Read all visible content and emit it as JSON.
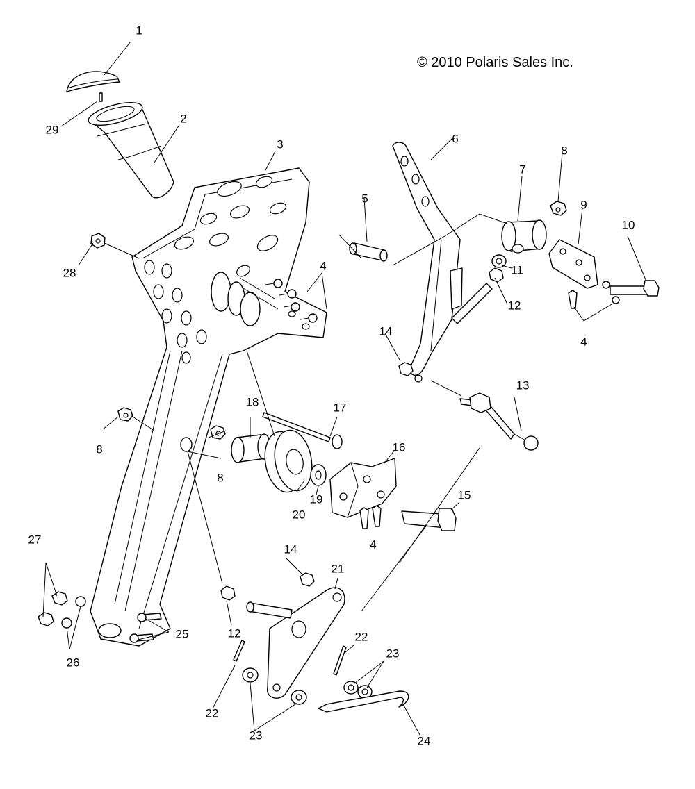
{
  "copyright": "© 2010 Polaris Sales Inc.",
  "callouts": [
    "1",
    "29",
    "2",
    "3",
    "28",
    "4",
    "8",
    "27",
    "26",
    "25",
    "12",
    "18",
    "17",
    "20",
    "19",
    "16",
    "15",
    "14",
    "21",
    "22",
    "23",
    "24",
    "5",
    "6",
    "7",
    "8",
    "9",
    "10",
    "11",
    "12",
    "4",
    "14",
    "13",
    "8",
    "4"
  ]
}
